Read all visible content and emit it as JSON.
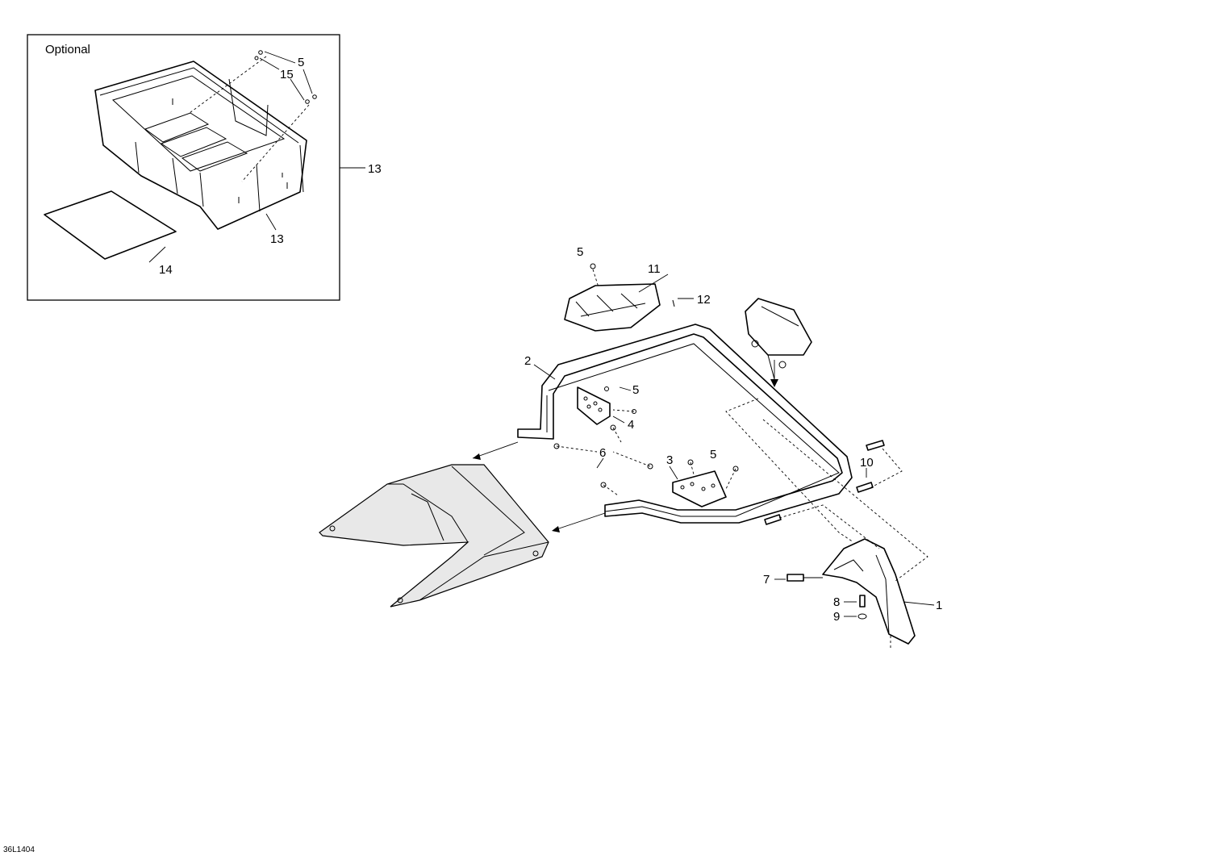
{
  "inset": {
    "title": "Optional"
  },
  "callouts": {
    "c1": "1",
    "c2": "2",
    "c3": "3",
    "c4": "4",
    "c5a": "5",
    "c5b": "5",
    "c5c": "5",
    "c5d": "5",
    "c6": "6",
    "c7": "7",
    "c8": "8",
    "c9": "9",
    "c10": "10",
    "c11": "11",
    "c12": "12",
    "c13a": "13",
    "c13b": "13",
    "c14": "14",
    "c15": "15"
  },
  "drawing_code": "36L1404"
}
